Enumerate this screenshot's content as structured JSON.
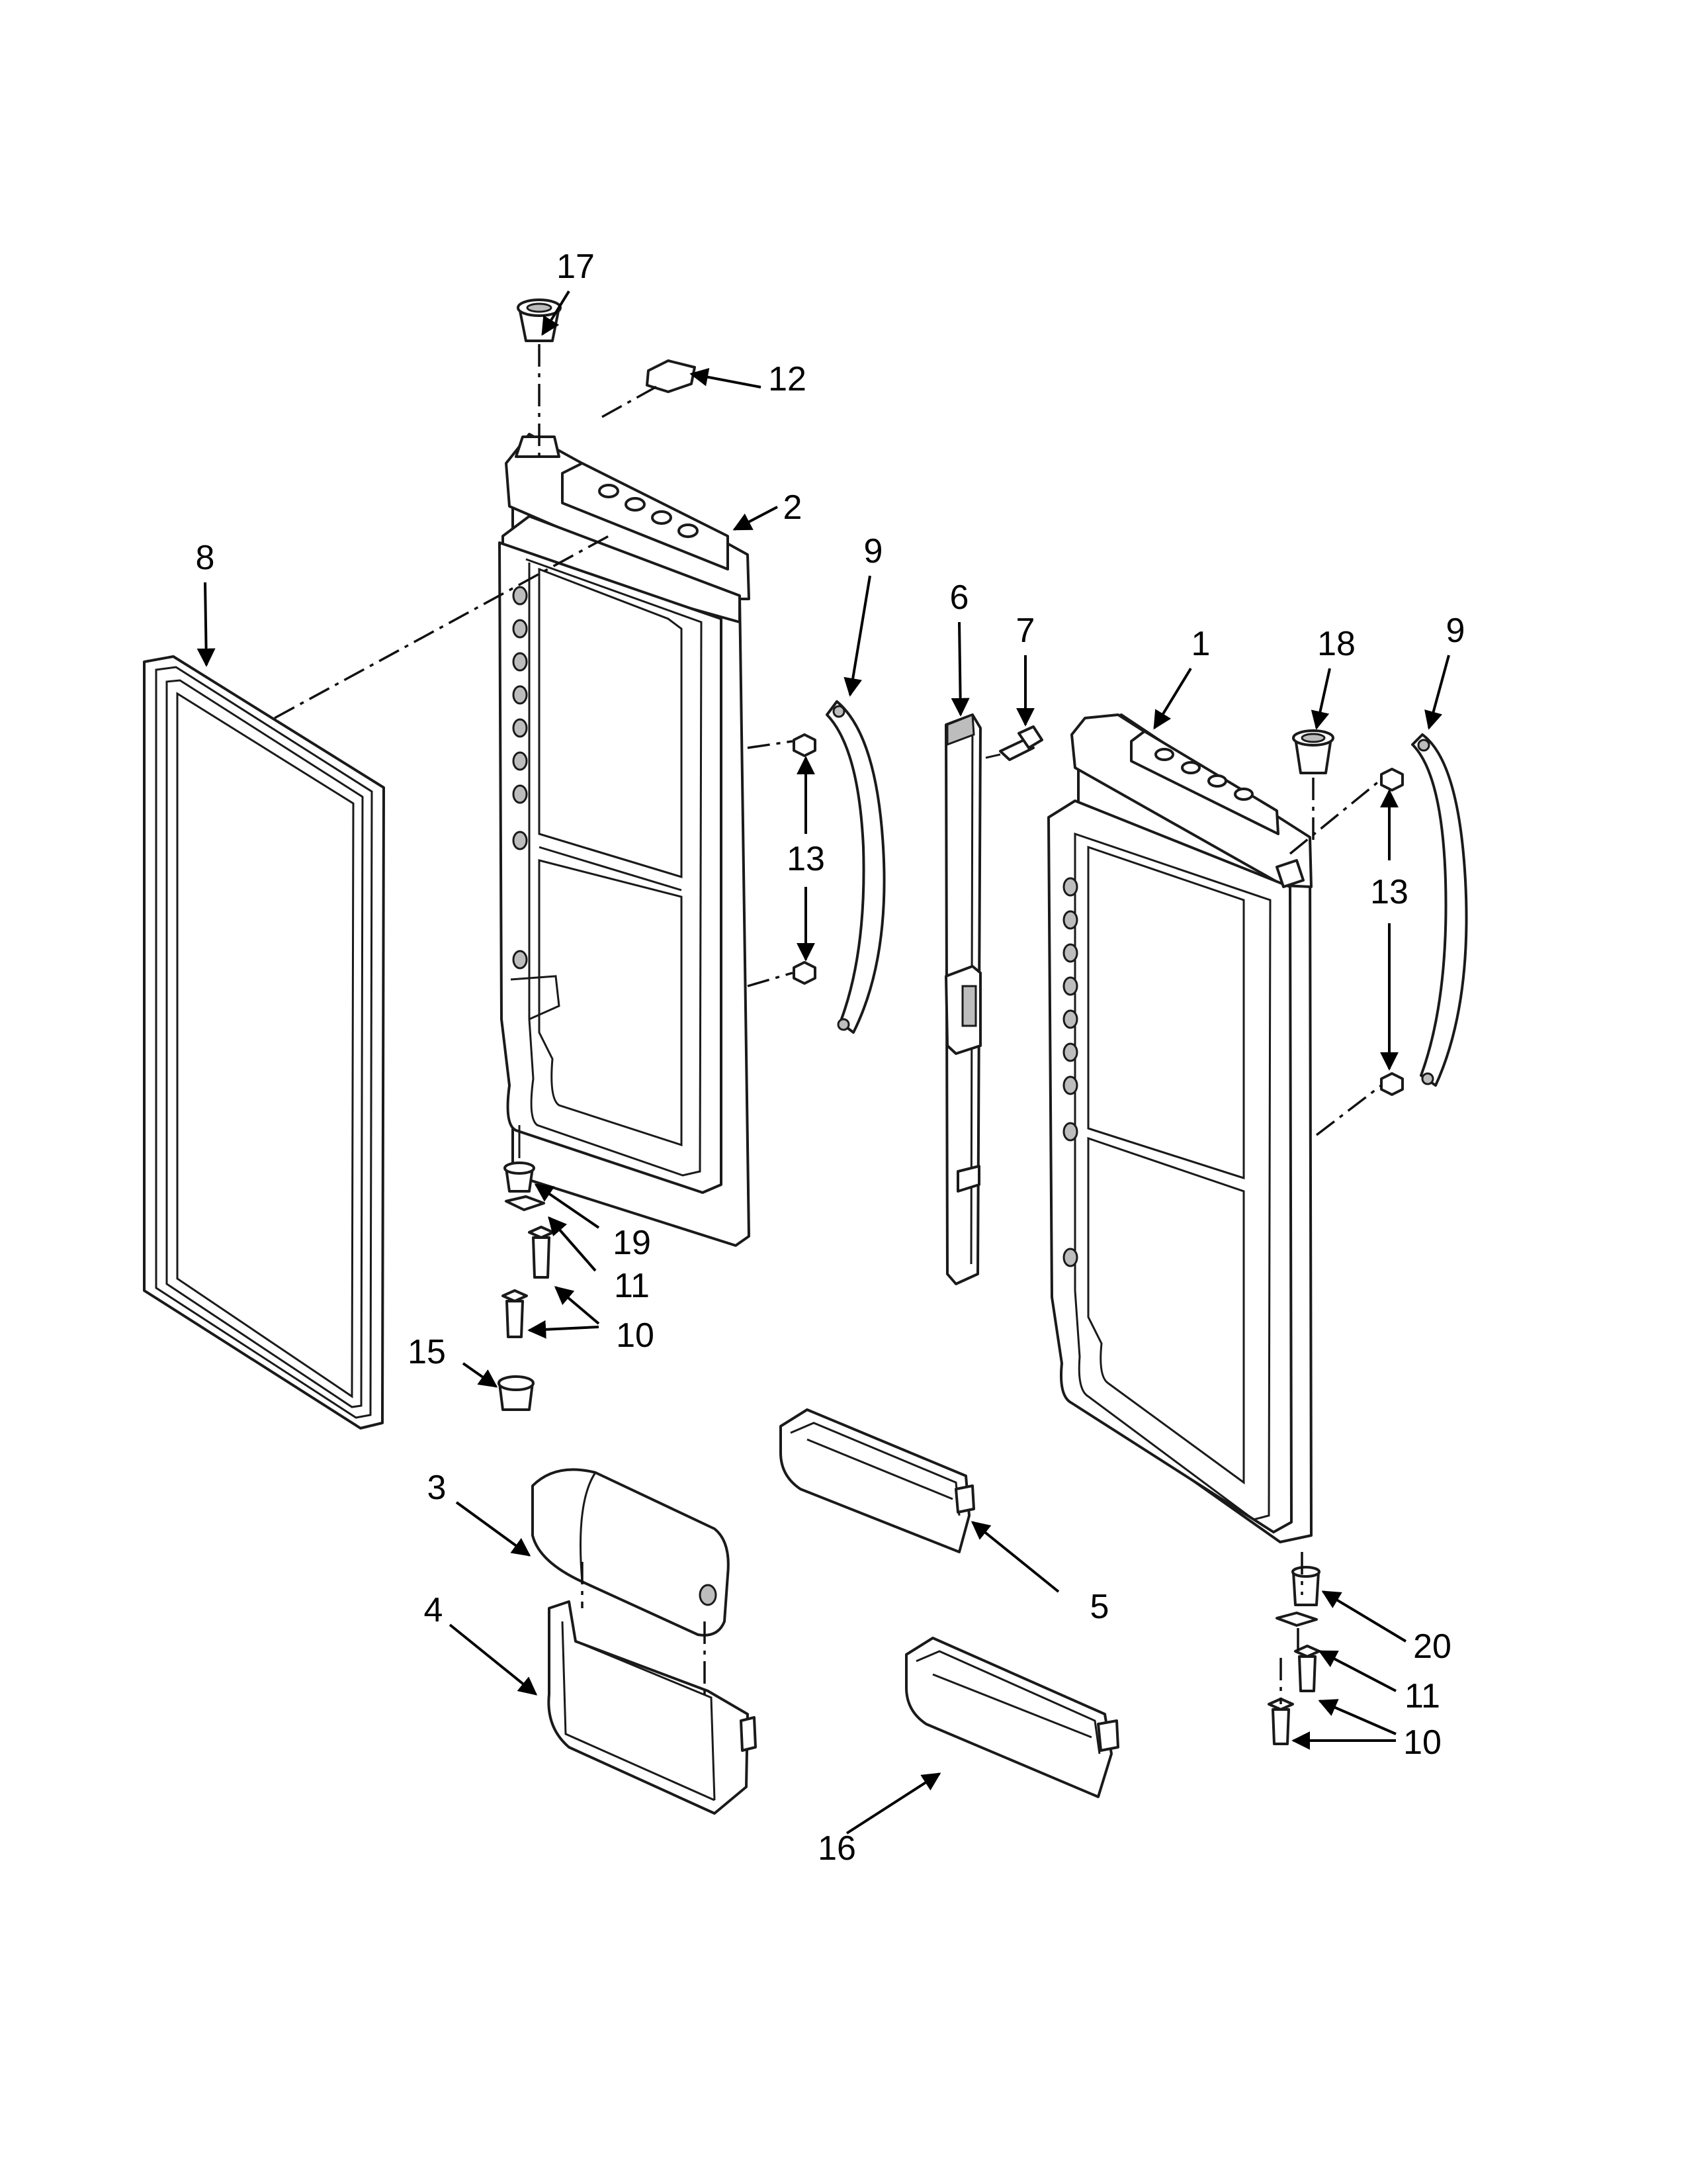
{
  "callouts": [
    {
      "id": "c17",
      "text": "17"
    },
    {
      "id": "c12",
      "text": "12"
    },
    {
      "id": "c2",
      "text": "2"
    },
    {
      "id": "c8",
      "text": "8"
    },
    {
      "id": "c9a",
      "text": "9"
    },
    {
      "id": "c6",
      "text": "6"
    },
    {
      "id": "c7",
      "text": "7"
    },
    {
      "id": "c1",
      "text": "1"
    },
    {
      "id": "c18",
      "text": "18"
    },
    {
      "id": "c9b",
      "text": "9"
    },
    {
      "id": "c13a",
      "text": "13"
    },
    {
      "id": "c13b",
      "text": "13"
    },
    {
      "id": "c19",
      "text": "19"
    },
    {
      "id": "c11a",
      "text": "11"
    },
    {
      "id": "c10a",
      "text": "10"
    },
    {
      "id": "c15",
      "text": "15"
    },
    {
      "id": "c3",
      "text": "3"
    },
    {
      "id": "c4",
      "text": "4"
    },
    {
      "id": "c5",
      "text": "5"
    },
    {
      "id": "c16",
      "text": "16"
    },
    {
      "id": "c20",
      "text": "20"
    },
    {
      "id": "c11b",
      "text": "11"
    },
    {
      "id": "c10b",
      "text": "10"
    }
  ]
}
